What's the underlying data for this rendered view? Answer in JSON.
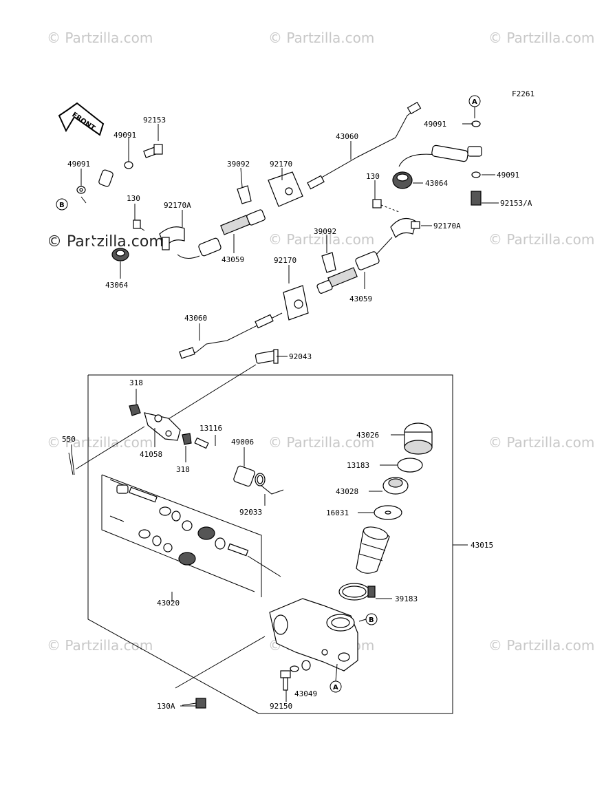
{
  "diagram": {
    "figure_code": "F2261",
    "front_label": "FRONT",
    "watermark_text": "© Partzilla.com",
    "labels": {
      "l92153": "92153",
      "l49091a": "49091",
      "l49091b": "49091",
      "l43064a": "43064",
      "l130a": "130",
      "l92170A_a": "92170A",
      "l39092a": "39092",
      "l92170a": "92170",
      "l43059a": "43059",
      "l43060a": "43060",
      "l49091c": "49091",
      "l49091d": "49091",
      "l130b": "130",
      "l43064b": "43064",
      "l92153A": "92153/A",
      "l92170A_b": "92170A",
      "l39092b": "39092",
      "l92170b": "92170",
      "l43059b": "43059",
      "l43060b": "43060",
      "l92043": "92043",
      "l318a": "318",
      "l550": "550",
      "l41058": "41058",
      "l318b": "318",
      "l13116": "13116",
      "l49006": "49006",
      "l92033": "92033",
      "l43026": "43026",
      "l13183": "13183",
      "l43028": "43028",
      "l16031": "16031",
      "l43015": "43015",
      "l39183": "39183",
      "l43020": "43020",
      "l43049": "43049",
      "l92150": "92150",
      "l130A": "130A"
    },
    "callouts": {
      "a_top": "A",
      "b_left": "B",
      "b_right": "B",
      "a_bottom": "A"
    }
  }
}
